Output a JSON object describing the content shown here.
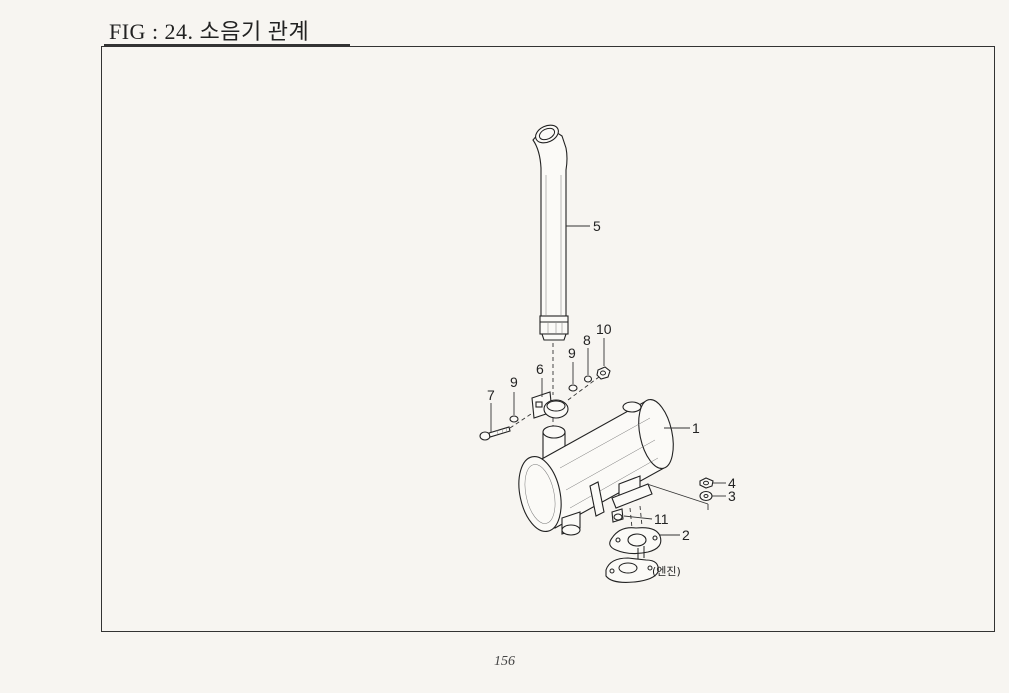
{
  "page": {
    "title": "FIG : 24. 소음기 관계",
    "page_number": "156"
  },
  "diagram": {
    "callouts": [
      "1",
      "2",
      "3",
      "4",
      "5",
      "6",
      "7",
      "8",
      "9",
      "9",
      "10",
      "11"
    ],
    "engine_label": "(엔진)"
  }
}
